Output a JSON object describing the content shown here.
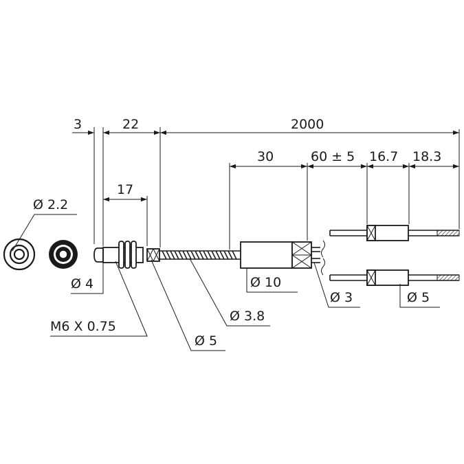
{
  "dimensions": {
    "d3": "3",
    "d22": "22",
    "d2000": "2000",
    "d17": "17",
    "d30": "30",
    "d60": "60 ± 5",
    "d16_7": "16.7",
    "d18_3": "18.3"
  },
  "callouts": {
    "dia_2_2": "Ø 2.2",
    "dia_4": "Ø 4",
    "thread": "M6 X 0.75",
    "dia_5_nut": "Ø 5",
    "dia_3_8": "Ø 3.8",
    "dia_10": "Ø 10",
    "dia_3": "Ø 3",
    "dia_5_end": "Ø 5"
  },
  "colors": {
    "ink": "#1a1a1a",
    "background": "#ffffff"
  }
}
